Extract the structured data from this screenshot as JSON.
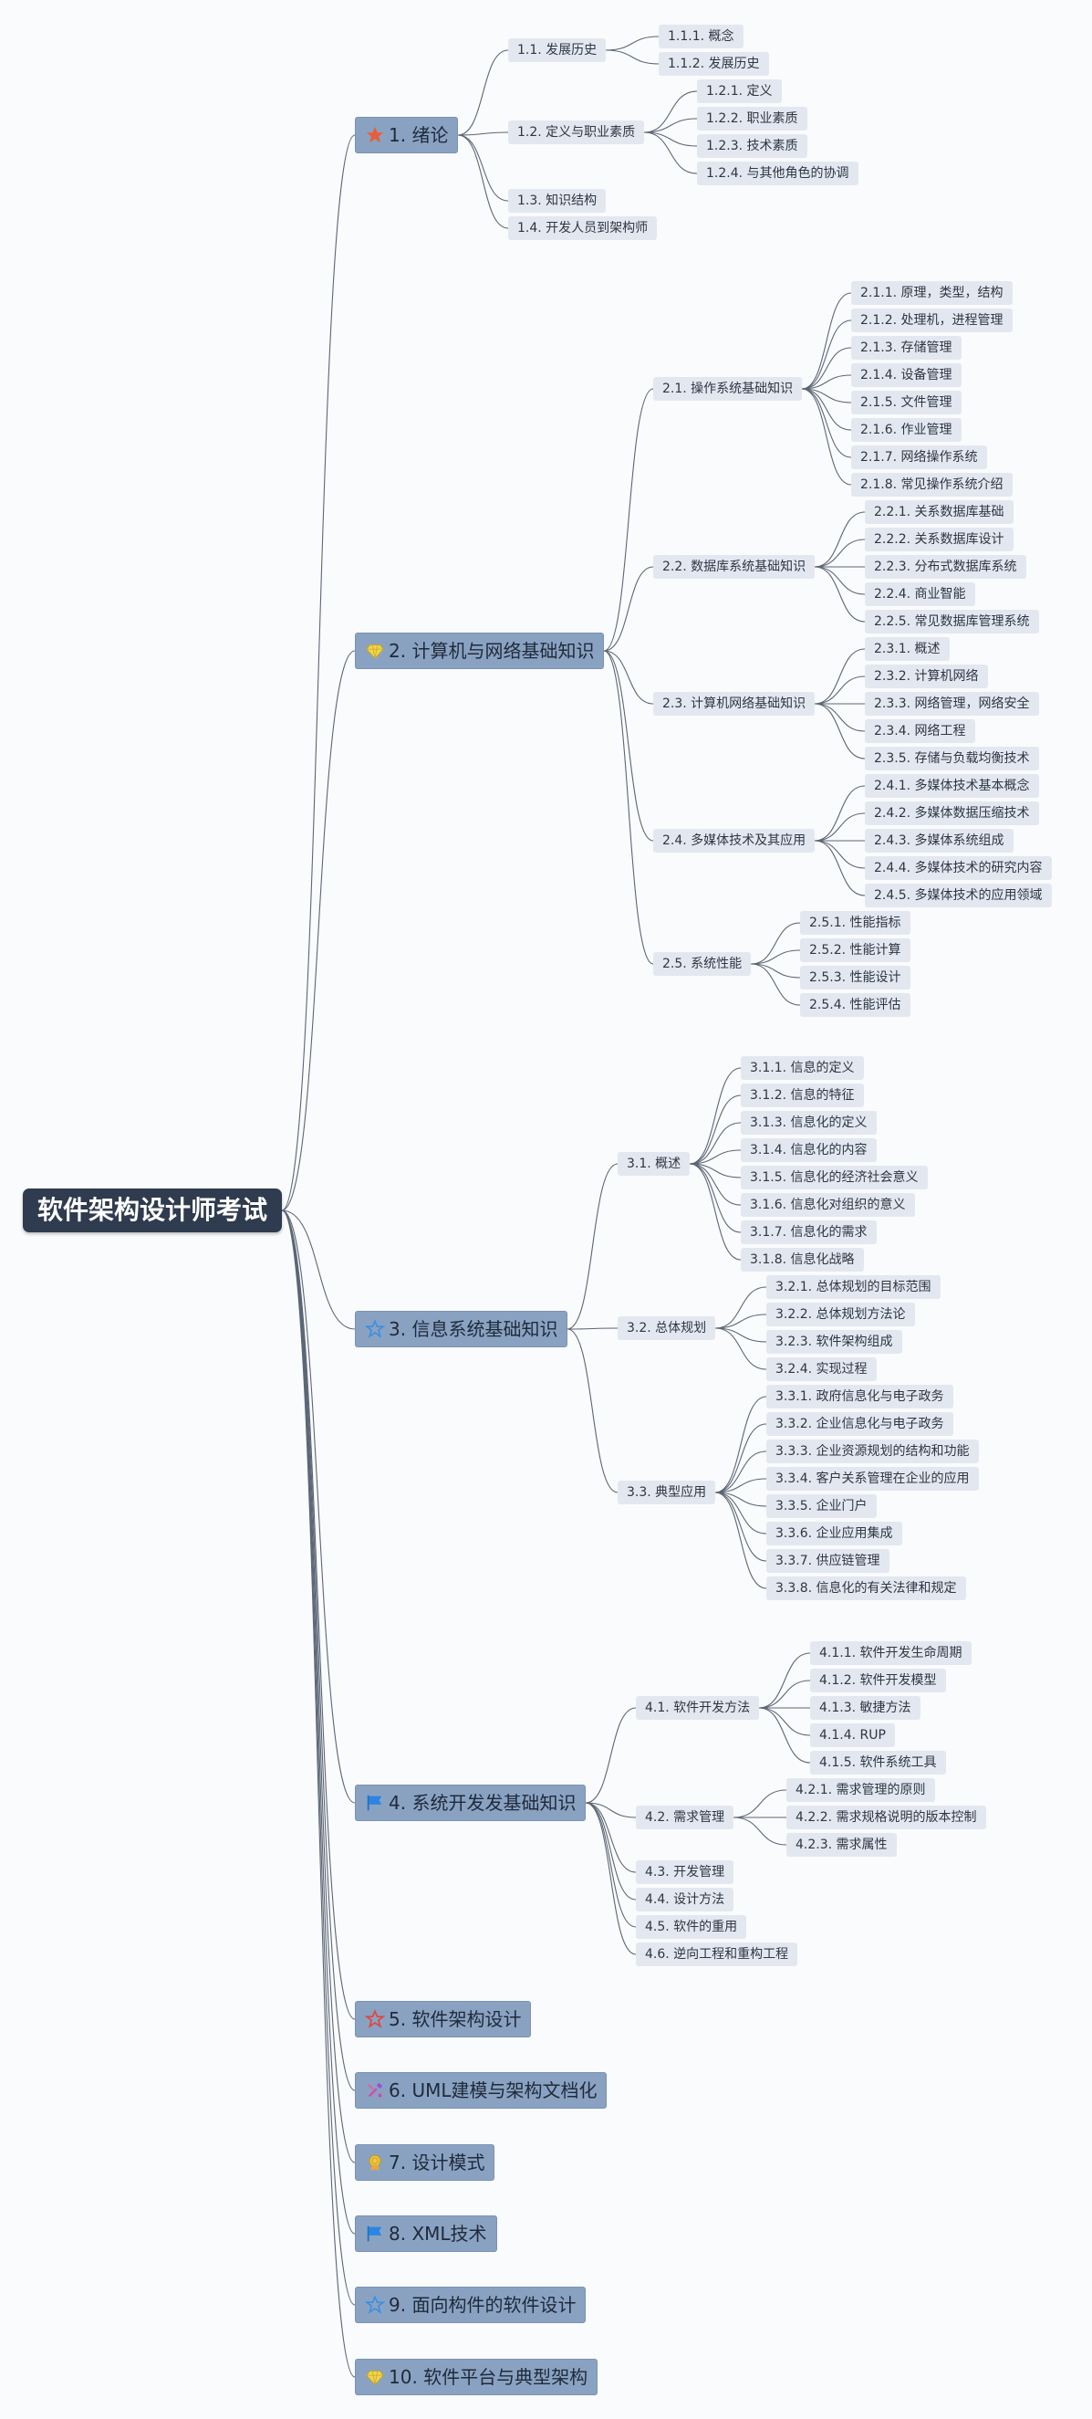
{
  "colors": {
    "root_bg": "#2f3b4e",
    "main_bg": "#8aa2c2",
    "sub_bg": "#e3e8f0",
    "edge": "#5c6676"
  },
  "root": {
    "label": "软件架构设计师考试"
  },
  "branches": [
    {
      "id": "b1",
      "label": "1. 绪论",
      "icon": "star-filled-icon",
      "children": [
        {
          "id": "b1-1",
          "label": "1.1. 发展历史",
          "children": [
            {
              "id": "b1-1-1",
              "label": "1.1.1. 概念"
            },
            {
              "id": "b1-1-2",
              "label": "1.1.2. 发展历史"
            }
          ]
        },
        {
          "id": "b1-2",
          "label": "1.2. 定义与职业素质",
          "children": [
            {
              "id": "b1-2-1",
              "label": "1.2.1. 定义"
            },
            {
              "id": "b1-2-2",
              "label": "1.2.2. 职业素质"
            },
            {
              "id": "b1-2-3",
              "label": "1.2.3. 技术素质"
            },
            {
              "id": "b1-2-4",
              "label": "1.2.4. 与其他角色的协调"
            }
          ]
        },
        {
          "id": "b1-3",
          "label": "1.3. 知识结构"
        },
        {
          "id": "b1-4",
          "label": "1.4. 开发人员到架构师"
        }
      ]
    },
    {
      "id": "b2",
      "label": "2. 计算机与网络基础知识",
      "icon": "diamond-icon",
      "children": [
        {
          "id": "b2-1",
          "label": "2.1. 操作系统基础知识",
          "children": [
            {
              "id": "b2-1-1",
              "label": "2.1.1. 原理，类型，结构"
            },
            {
              "id": "b2-1-2",
              "label": "2.1.2. 处理机，进程管理"
            },
            {
              "id": "b2-1-3",
              "label": "2.1.3. 存储管理"
            },
            {
              "id": "b2-1-4",
              "label": "2.1.4. 设备管理"
            },
            {
              "id": "b2-1-5",
              "label": "2.1.5. 文件管理"
            },
            {
              "id": "b2-1-6",
              "label": "2.1.6. 作业管理"
            },
            {
              "id": "b2-1-7",
              "label": "2.1.7. 网络操作系统"
            },
            {
              "id": "b2-1-8",
              "label": "2.1.8. 常见操作系统介绍"
            }
          ]
        },
        {
          "id": "b2-2",
          "label": "2.2. 数据库系统基础知识",
          "children": [
            {
              "id": "b2-2-1",
              "label": "2.2.1. 关系数据库基础"
            },
            {
              "id": "b2-2-2",
              "label": "2.2.2. 关系数据库设计"
            },
            {
              "id": "b2-2-3",
              "label": "2.2.3. 分布式数据库系统"
            },
            {
              "id": "b2-2-4",
              "label": "2.2.4. 商业智能"
            },
            {
              "id": "b2-2-5",
              "label": "2.2.5. 常见数据库管理系统"
            }
          ]
        },
        {
          "id": "b2-3",
          "label": "2.3. 计算机网络基础知识",
          "children": [
            {
              "id": "b2-3-1",
              "label": "2.3.1. 概述"
            },
            {
              "id": "b2-3-2",
              "label": "2.3.2. 计算机网络"
            },
            {
              "id": "b2-3-3",
              "label": "2.3.3. 网络管理，网络安全"
            },
            {
              "id": "b2-3-4",
              "label": "2.3.4. 网络工程"
            },
            {
              "id": "b2-3-5",
              "label": "2.3.5. 存储与负载均衡技术"
            }
          ]
        },
        {
          "id": "b2-4",
          "label": "2.4. 多媒体技术及其应用",
          "children": [
            {
              "id": "b2-4-1",
              "label": "2.4.1. 多媒体技术基本概念"
            },
            {
              "id": "b2-4-2",
              "label": "2.4.2. 多媒体数据压缩技术"
            },
            {
              "id": "b2-4-3",
              "label": "2.4.3. 多媒体系统组成"
            },
            {
              "id": "b2-4-4",
              "label": "2.4.4. 多媒体技术的研究内容"
            },
            {
              "id": "b2-4-5",
              "label": "2.4.5. 多媒体技术的应用领域"
            }
          ]
        },
        {
          "id": "b2-5",
          "label": "2.5. 系统性能",
          "children": [
            {
              "id": "b2-5-1",
              "label": "2.5.1. 性能指标"
            },
            {
              "id": "b2-5-2",
              "label": "2.5.2. 性能计算"
            },
            {
              "id": "b2-5-3",
              "label": "2.5.3. 性能设计"
            },
            {
              "id": "b2-5-4",
              "label": "2.5.4. 性能评估"
            }
          ]
        }
      ]
    },
    {
      "id": "b3",
      "label": "3. 信息系统基础知识",
      "icon": "star-outline-blue-icon",
      "children": [
        {
          "id": "b3-1",
          "label": "3.1. 概述",
          "children": [
            {
              "id": "b3-1-1",
              "label": "3.1.1. 信息的定义"
            },
            {
              "id": "b3-1-2",
              "label": "3.1.2. 信息的特征"
            },
            {
              "id": "b3-1-3",
              "label": "3.1.3. 信息化的定义"
            },
            {
              "id": "b3-1-4",
              "label": "3.1.4. 信息化的内容"
            },
            {
              "id": "b3-1-5",
              "label": "3.1.5. 信息化的经济社会意义"
            },
            {
              "id": "b3-1-6",
              "label": "3.1.6. 信息化对组织的意义"
            },
            {
              "id": "b3-1-7",
              "label": "3.1.7. 信息化的需求"
            },
            {
              "id": "b3-1-8",
              "label": "3.1.8. 信息化战略"
            }
          ]
        },
        {
          "id": "b3-2",
          "label": "3.2. 总体规划",
          "children": [
            {
              "id": "b3-2-1",
              "label": "3.2.1. 总体规划的目标范围"
            },
            {
              "id": "b3-2-2",
              "label": "3.2.2. 总体规划方法论"
            },
            {
              "id": "b3-2-3",
              "label": "3.2.3. 软件架构组成"
            },
            {
              "id": "b3-2-4",
              "label": "3.2.4. 实现过程"
            }
          ]
        },
        {
          "id": "b3-3",
          "label": "3.3. 典型应用",
          "children": [
            {
              "id": "b3-3-1",
              "label": "3.3.1. 政府信息化与电子政务"
            },
            {
              "id": "b3-3-2",
              "label": "3.3.2. 企业信息化与电子政务"
            },
            {
              "id": "b3-3-3",
              "label": "3.3.3. 企业资源规划的结构和功能"
            },
            {
              "id": "b3-3-4",
              "label": "3.3.4. 客户关系管理在企业的应用"
            },
            {
              "id": "b3-3-5",
              "label": "3.3.5. 企业门户"
            },
            {
              "id": "b3-3-6",
              "label": "3.3.6. 企业应用集成"
            },
            {
              "id": "b3-3-7",
              "label": "3.3.7. 供应链管理"
            },
            {
              "id": "b3-3-8",
              "label": "3.3.8. 信息化的有关法律和规定"
            }
          ]
        }
      ]
    },
    {
      "id": "b4",
      "label": "4. 系统开发发基础知识",
      "icon": "flag-blue-icon",
      "children": [
        {
          "id": "b4-1",
          "label": "4.1. 软件开发方法",
          "children": [
            {
              "id": "b4-1-1",
              "label": "4.1.1. 软件开发生命周期"
            },
            {
              "id": "b4-1-2",
              "label": "4.1.2. 软件开发模型"
            },
            {
              "id": "b4-1-3",
              "label": "4.1.3. 敏捷方法"
            },
            {
              "id": "b4-1-4",
              "label": "4.1.4. RUP"
            },
            {
              "id": "b4-1-5",
              "label": "4.1.5. 软件系统工具"
            }
          ]
        },
        {
          "id": "b4-2",
          "label": "4.2. 需求管理",
          "children": [
            {
              "id": "b4-2-1",
              "label": "4.2.1. 需求管理的原则"
            },
            {
              "id": "b4-2-2",
              "label": "4.2.2. 需求规格说明的版本控制"
            },
            {
              "id": "b4-2-3",
              "label": "4.2.3. 需求属性"
            }
          ]
        },
        {
          "id": "b4-3",
          "label": "4.3. 开发管理"
        },
        {
          "id": "b4-4",
          "label": "4.4. 设计方法"
        },
        {
          "id": "b4-5",
          "label": "4.5. 软件的重用"
        },
        {
          "id": "b4-6",
          "label": "4.6. 逆向工程和重构工程"
        }
      ]
    },
    {
      "id": "b5",
      "label": "5. 软件架构设计",
      "icon": "star-outline-red-icon"
    },
    {
      "id": "b6",
      "label": "6. UML建模与架构文档化",
      "icon": "tools-icon"
    },
    {
      "id": "b7",
      "label": "7. 设计模式",
      "icon": "medal-icon"
    },
    {
      "id": "b8",
      "label": "8. XML技术",
      "icon": "flag-blue-icon"
    },
    {
      "id": "b9",
      "label": "9. 面向构件的软件设计",
      "icon": "star-outline-blue-icon"
    },
    {
      "id": "b10",
      "label": "10. 软件平台与典型架构",
      "icon": "diamond-icon"
    }
  ]
}
